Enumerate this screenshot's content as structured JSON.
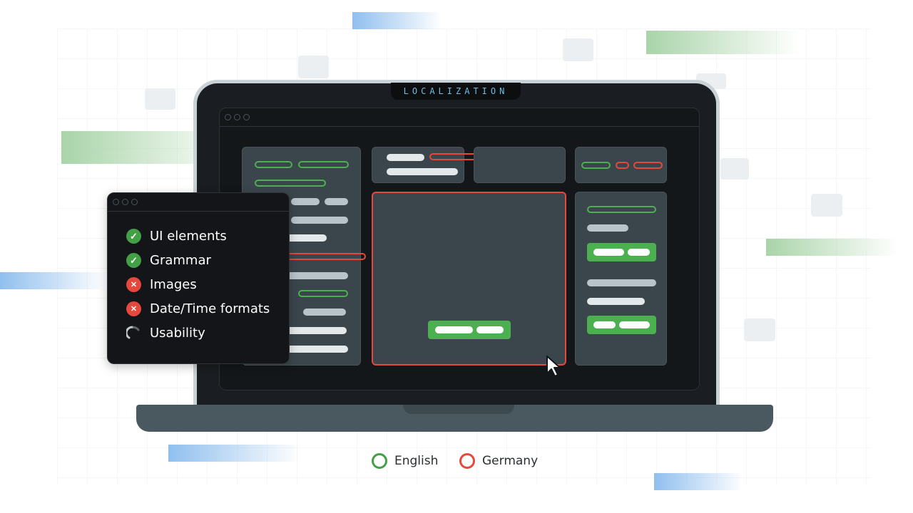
{
  "laptop": {
    "notch_label": "LOCALIZATION"
  },
  "checklist": {
    "items": [
      {
        "label": "UI elements",
        "status": "pass",
        "icon": "check-icon",
        "color": "#43a047"
      },
      {
        "label": "Grammar",
        "status": "pass",
        "icon": "check-icon",
        "color": "#43a047"
      },
      {
        "label": "Images",
        "status": "fail",
        "icon": "x-icon",
        "color": "#e5483c"
      },
      {
        "label": "Date/Time formats",
        "status": "fail",
        "icon": "x-icon",
        "color": "#e5483c"
      },
      {
        "label": "Usability",
        "status": "in-progress",
        "icon": "spinner-icon",
        "color": "#9aa0a6"
      }
    ],
    "check_glyph": "✓",
    "x_glyph": "✕"
  },
  "legend": {
    "items": [
      {
        "label": "English",
        "color": "#43a047"
      },
      {
        "label": "Germany",
        "color": "#e5483c"
      }
    ]
  },
  "colors": {
    "pass": "#43a047",
    "fail": "#e5483c",
    "accent_text": "#6fbfe0"
  }
}
